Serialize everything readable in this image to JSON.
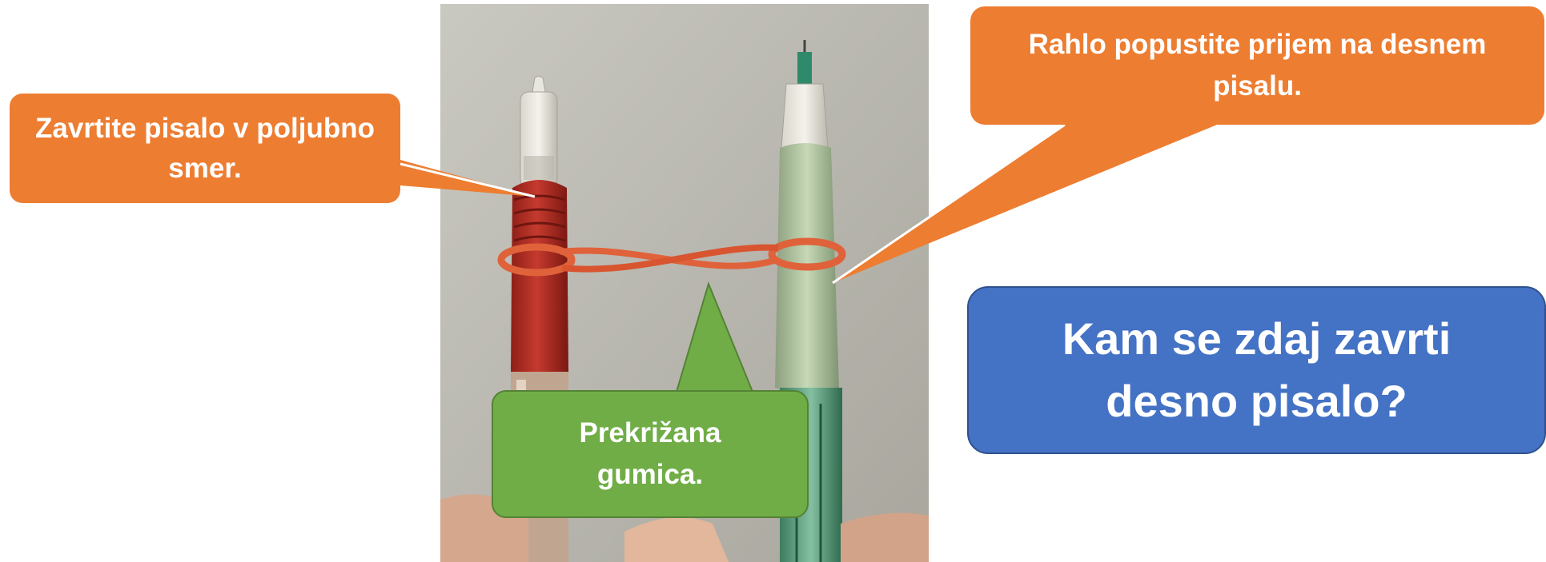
{
  "callouts": {
    "rotate_left": "Zavrtite pisalo v poljubno smer.",
    "loosen_right": "Rahlo popustite prijem na desnem pisalu.",
    "crossed_band": "Prekrižana gumica.",
    "question": "Kam se zdaj zavrti desno pisalo?"
  },
  "colors": {
    "orange": "#ed7d31",
    "green": "#70ad47",
    "blue": "#4472c4"
  }
}
